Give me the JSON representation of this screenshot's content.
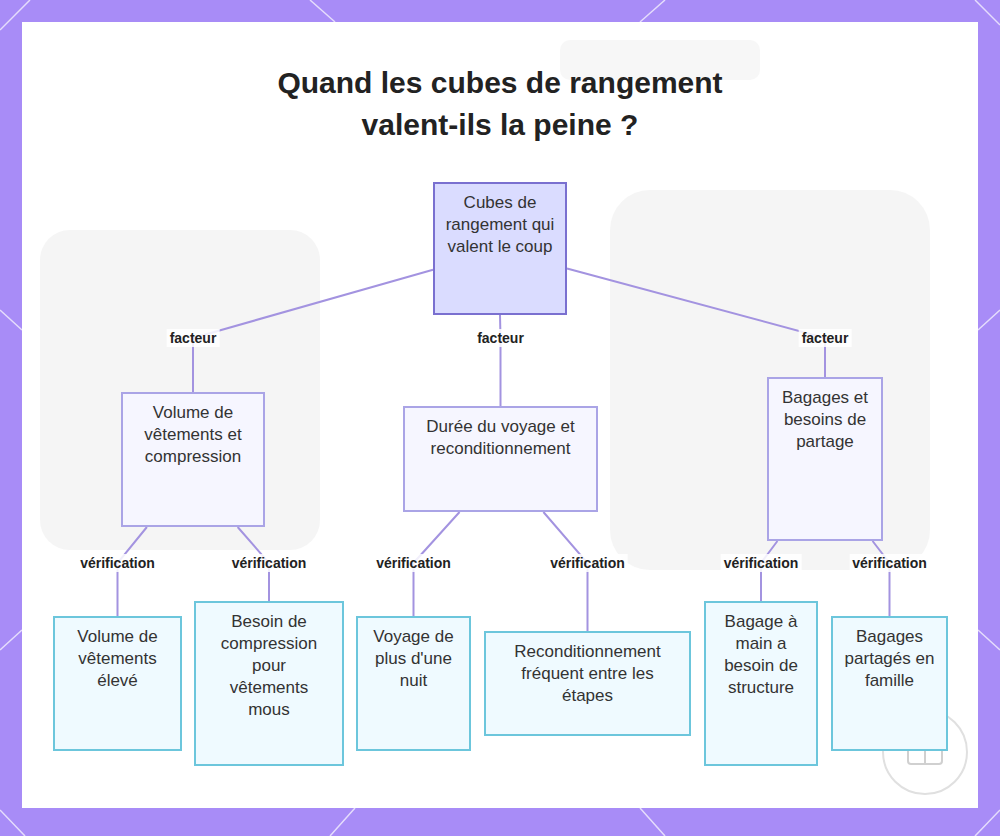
{
  "diagram": {
    "title": "Quand les cubes de rangement valent-ils la peine ?",
    "nodes": [
      {
        "text": [
          "Cubes de rangement qui valent le coup"
        ]
      },
      {
        "text": [
          "Volume de vêtements et compression"
        ]
      },
      {
        "text": [
          "Durée du voyage et reconditionnement"
        ]
      },
      {
        "text": [
          "Bagages et besoins de partage"
        ]
      },
      {
        "text": [
          "Volume de vêtements élevé"
        ]
      },
      {
        "text": [
          "Besoin de compression pour vêtements mous"
        ]
      },
      {
        "text": [
          "Voyage de plus d'une nuit"
        ]
      },
      {
        "text": [
          "Reconditionnement fréquent entre les étapes"
        ]
      },
      {
        "text": [
          "Bagage à main a besoin de structure"
        ]
      },
      {
        "text": [
          "Bagages partagés en famille"
        ]
      }
    ],
    "edges": [
      {
        "from": 0,
        "to": 1,
        "label": "facteur",
        "arrow": "none"
      },
      {
        "from": 0,
        "to": 2,
        "label": "facteur",
        "arrow": "none"
      },
      {
        "from": 0,
        "to": 3,
        "label": "facteur",
        "arrow": "none"
      },
      {
        "from": 1,
        "to": 4,
        "label": "vérification",
        "arrow": "none"
      },
      {
        "from": 1,
        "to": 5,
        "label": "vérification",
        "arrow": "none"
      },
      {
        "from": 2,
        "to": 6,
        "label": "vérification",
        "arrow": "none"
      },
      {
        "from": 2,
        "to": 7,
        "label": "vérification",
        "arrow": "none"
      },
      {
        "from": 3,
        "to": 8,
        "label": "vérification",
        "arrow": "none"
      },
      {
        "from": 3,
        "to": 9,
        "label": "vérification",
        "arrow": "none"
      }
    ]
  }
}
